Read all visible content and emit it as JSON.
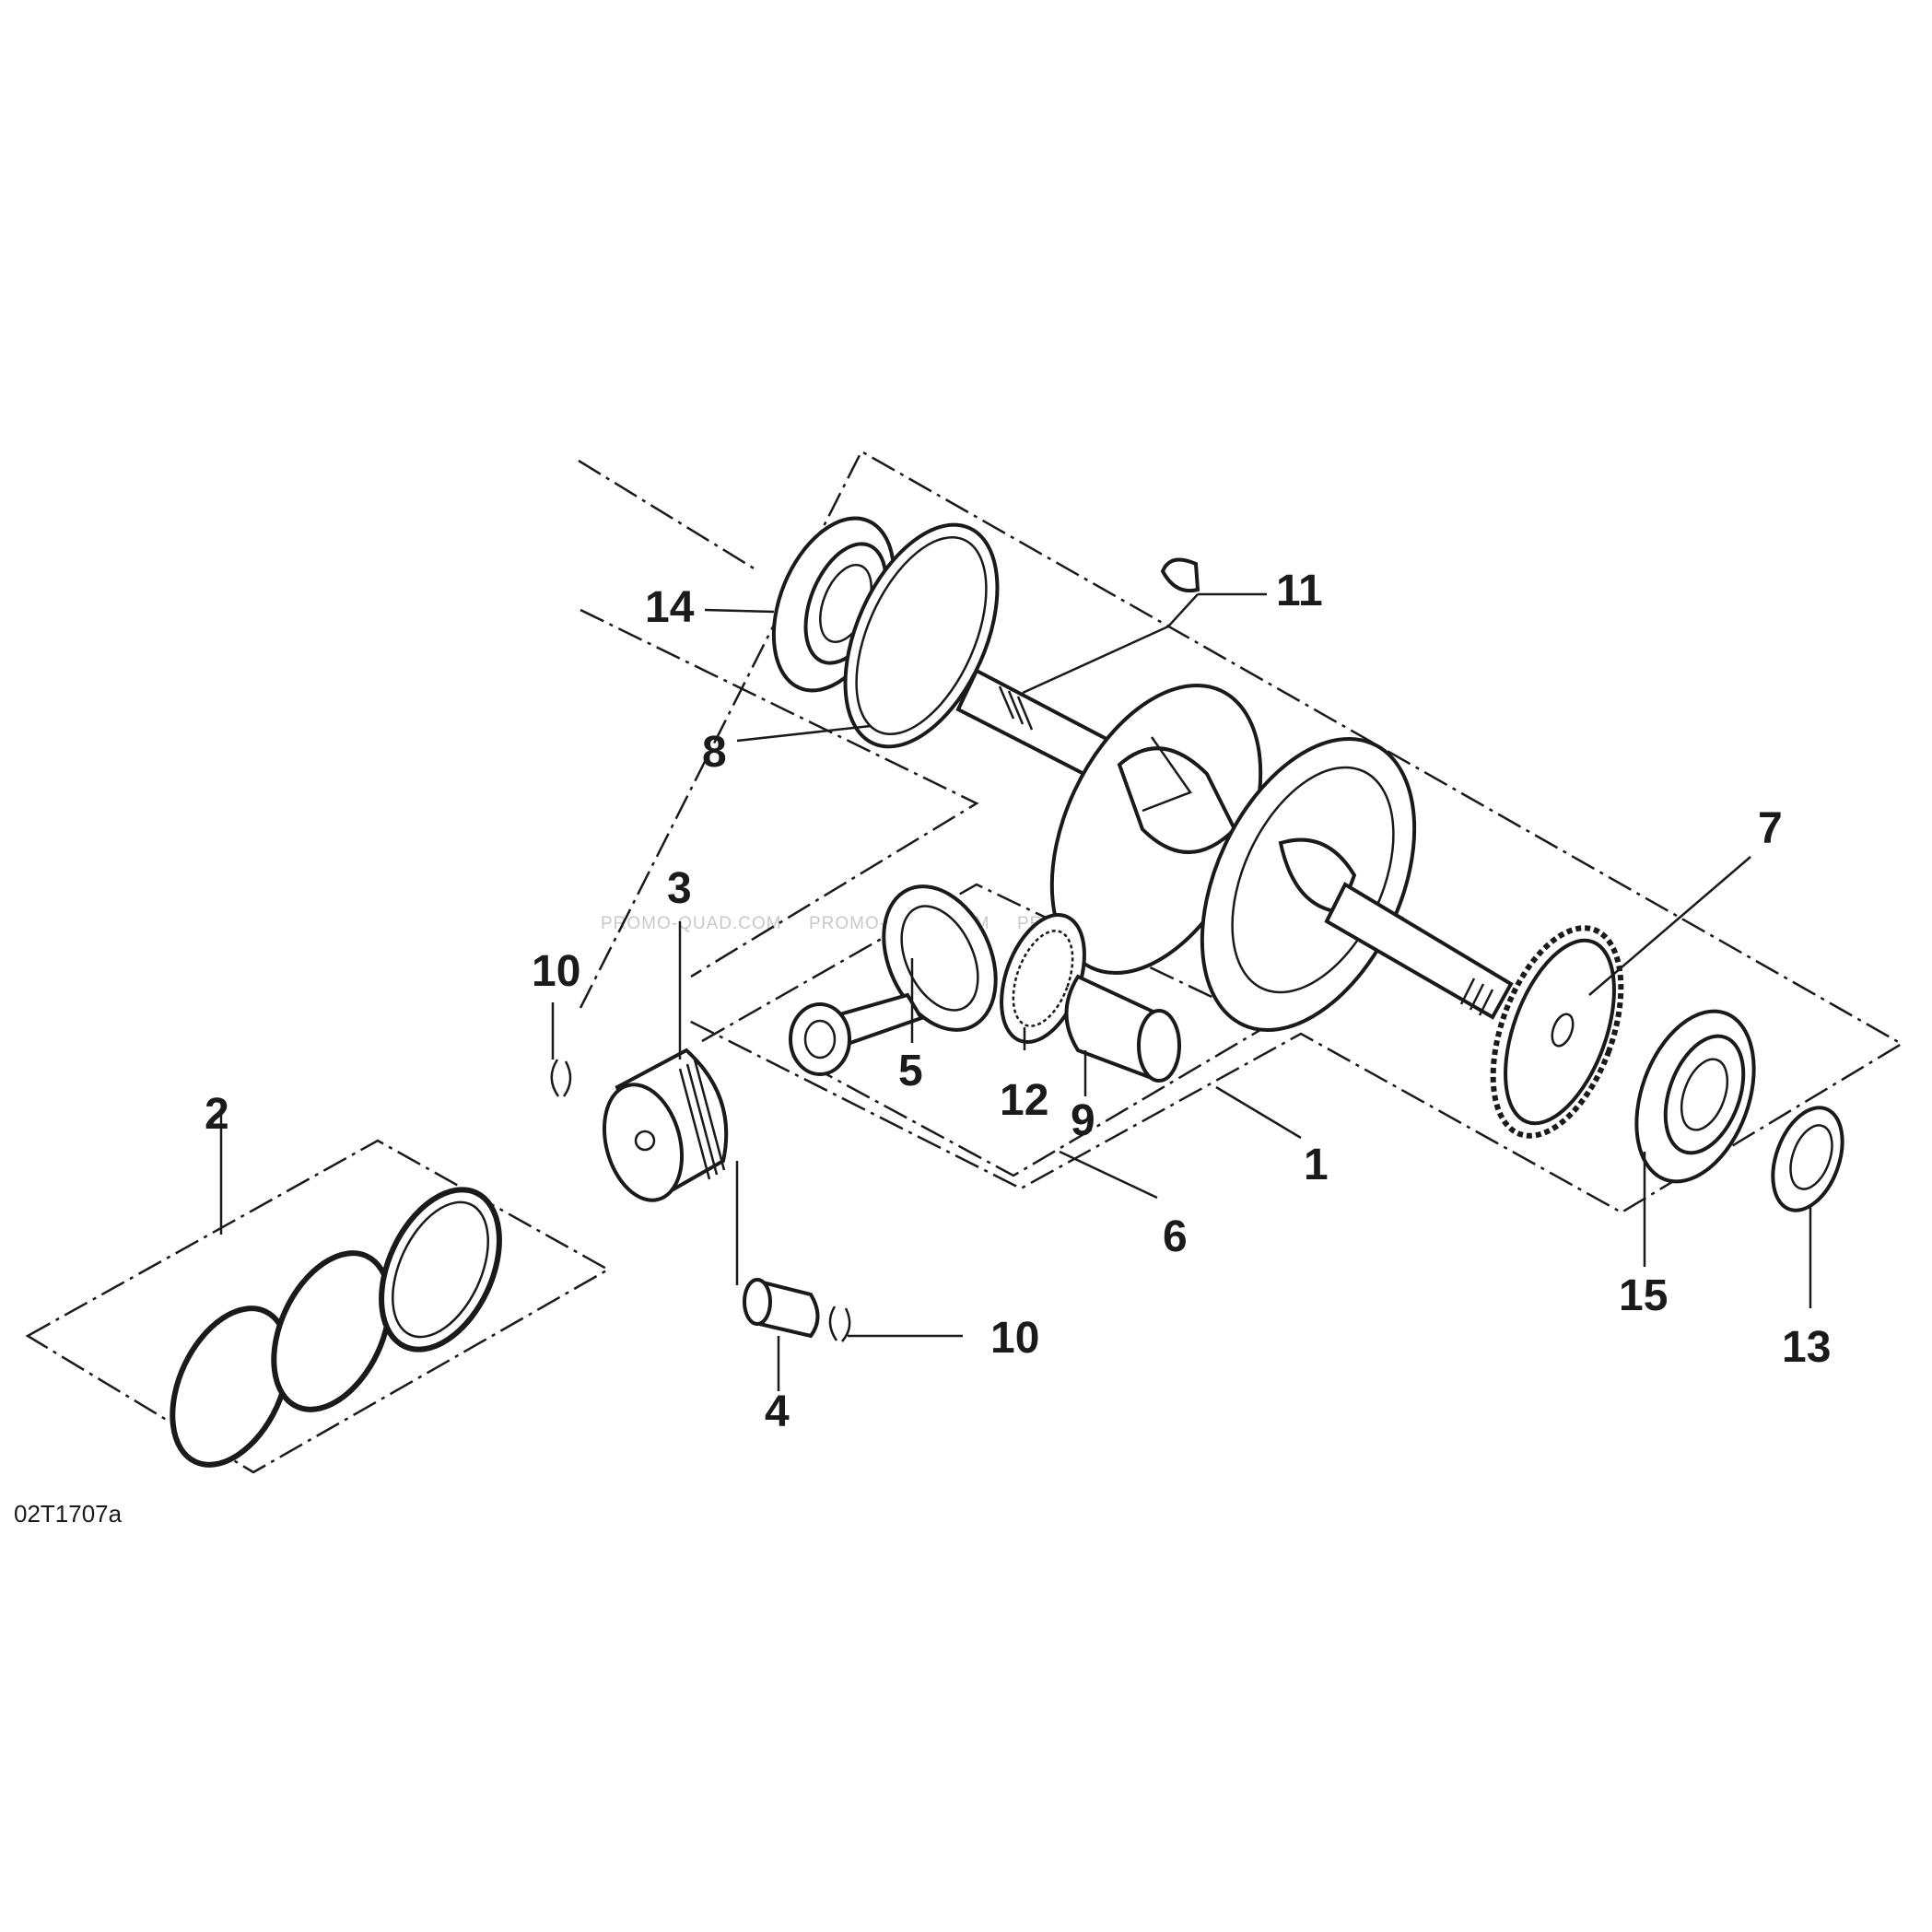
{
  "diagram": {
    "code": "02T1707a",
    "watermark": "PROMO-QUAD.COM",
    "callouts": [
      {
        "id": "c1",
        "label": "1"
      },
      {
        "id": "c2",
        "label": "2"
      },
      {
        "id": "c3",
        "label": "3"
      },
      {
        "id": "c4",
        "label": "4"
      },
      {
        "id": "c5",
        "label": "5"
      },
      {
        "id": "c6",
        "label": "6"
      },
      {
        "id": "c7",
        "label": "7"
      },
      {
        "id": "c8",
        "label": "8"
      },
      {
        "id": "c9",
        "label": "9"
      },
      {
        "id": "c10a",
        "label": "10"
      },
      {
        "id": "c10b",
        "label": "10"
      },
      {
        "id": "c11",
        "label": "11"
      },
      {
        "id": "c12",
        "label": "12"
      },
      {
        "id": "c13",
        "label": "13"
      },
      {
        "id": "c14",
        "label": "14"
      },
      {
        "id": "c15",
        "label": "15"
      }
    ]
  }
}
